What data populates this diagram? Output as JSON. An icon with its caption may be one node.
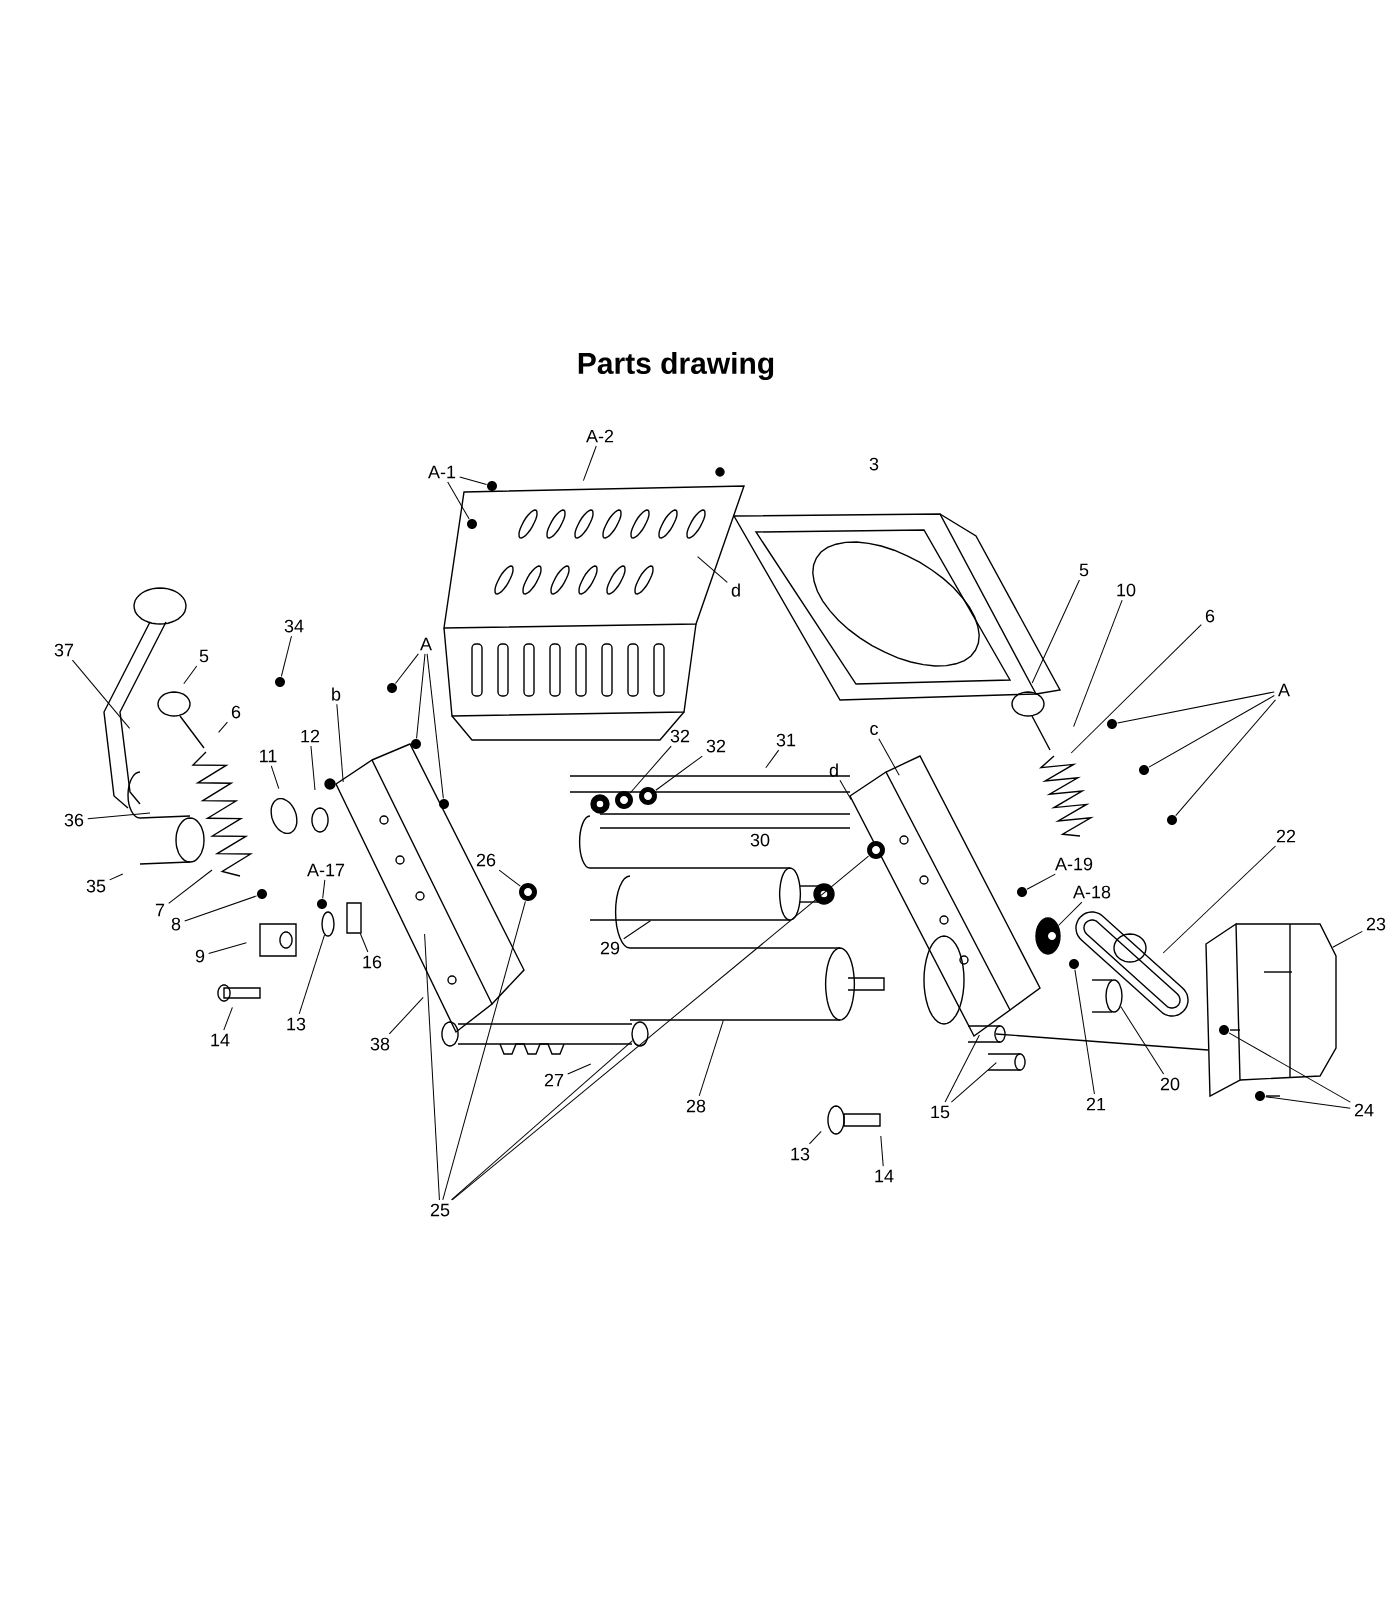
{
  "diagram": {
    "title": "Parts drawing",
    "nodes": [
      {
        "text": [
          "37"
        ]
      },
      {
        "text": [
          "5"
        ]
      },
      {
        "text": [
          "34"
        ]
      },
      {
        "text": [
          "6"
        ]
      },
      {
        "text": [
          "b"
        ]
      },
      {
        "text": [
          "12"
        ]
      },
      {
        "text": [
          "11"
        ]
      },
      {
        "text": [
          "36"
        ]
      },
      {
        "text": [
          "35"
        ]
      },
      {
        "text": [
          "7"
        ]
      },
      {
        "text": [
          "A-17"
        ]
      },
      {
        "text": [
          "8"
        ]
      },
      {
        "text": [
          "9"
        ]
      },
      {
        "text": [
          "16"
        ]
      },
      {
        "text": [
          "14"
        ]
      },
      {
        "text": [
          "13"
        ]
      },
      {
        "text": [
          "38"
        ]
      },
      {
        "text": [
          "A-1"
        ]
      },
      {
        "text": [
          "A-2"
        ]
      },
      {
        "text": [
          "A"
        ]
      },
      {
        "text": [
          "d"
        ]
      },
      {
        "text": [
          "32"
        ]
      },
      {
        "text": [
          "32"
        ]
      },
      {
        "text": [
          "31"
        ]
      },
      {
        "text": [
          "c"
        ]
      },
      {
        "text": [
          "d"
        ]
      },
      {
        "text": [
          "5"
        ]
      },
      {
        "text": [
          "10"
        ]
      },
      {
        "text": [
          "6"
        ]
      },
      {
        "text": [
          "A"
        ]
      },
      {
        "text": [
          "22"
        ]
      },
      {
        "text": [
          "23"
        ]
      },
      {
        "text": [
          "A-19"
        ]
      },
      {
        "text": [
          "A-18"
        ]
      },
      {
        "text": [
          "21"
        ]
      },
      {
        "text": [
          "20"
        ]
      },
      {
        "text": [
          "15"
        ]
      },
      {
        "text": [
          "24"
        ]
      },
      {
        "text": [
          "13"
        ]
      },
      {
        "text": [
          "14"
        ]
      },
      {
        "text": [
          "26"
        ]
      },
      {
        "text": [
          "29"
        ]
      },
      {
        "text": [
          "27"
        ]
      },
      {
        "text": [
          "28"
        ]
      },
      {
        "text": [
          "25"
        ]
      },
      {
        "text": [],
        "shape": "circle"
      },
      {
        "text": [],
        "shape": "circle"
      },
      {
        "text": [],
        "shape": "circle"
      },
      {
        "text": [],
        "shape": "circle"
      },
      {
        "text": [],
        "shape": "circle"
      },
      {
        "text": [],
        "shape": "circle"
      },
      {
        "text": [],
        "shape": "circle"
      },
      {
        "text": [],
        "shape": "circle"
      },
      {
        "text": [],
        "shape": "circle"
      },
      {
        "text": [],
        "shape": "circle"
      },
      {
        "text": [],
        "shape": "circle"
      },
      {
        "text": [],
        "shape": "circle"
      },
      {
        "text": [],
        "shape": "circle"
      },
      {
        "text": [],
        "shape": "circle"
      },
      {
        "text": [],
        "shape": "circle"
      },
      {
        "text": [],
        "shape": "circle"
      },
      {
        "text": [],
        "shape": "circle"
      },
      {
        "text": [],
        "shape": "circle"
      },
      {
        "text": [],
        "shape": "circle"
      },
      {
        "text": [],
        "shape": "box"
      },
      {
        "text": [],
        "shape": "circle"
      },
      {
        "text": [],
        "shape": "circle"
      },
      {
        "text": [],
        "shape": "circle"
      },
      {
        "text": [],
        "shape": "circle"
      },
      {
        "text": [],
        "shape": "cylinder"
      },
      {
        "text": [],
        "shape": "cylinder"
      }
    ],
    "edges": [
      {
        "from": 0,
        "to": null,
        "arrow": "none"
      },
      {
        "from": 1,
        "to": null,
        "arrow": "none"
      },
      {
        "from": 2,
        "to": 45,
        "arrow": "none"
      },
      {
        "from": 3,
        "to": null,
        "arrow": "none"
      },
      {
        "from": 4,
        "to": null,
        "arrow": "none"
      },
      {
        "from": 5,
        "to": null,
        "arrow": "none"
      },
      {
        "from": 6,
        "to": null,
        "arrow": "none"
      },
      {
        "from": 7,
        "to": null,
        "arrow": "none"
      },
      {
        "from": 8,
        "to": null,
        "arrow": "none"
      },
      {
        "from": 9,
        "to": null,
        "arrow": "none"
      },
      {
        "from": 10,
        "to": 46,
        "arrow": "none"
      },
      {
        "from": 11,
        "to": 47,
        "arrow": "none"
      },
      {
        "from": 12,
        "to": null,
        "arrow": "none"
      },
      {
        "from": 13,
        "to": 64,
        "arrow": "none"
      },
      {
        "from": 14,
        "to": null,
        "arrow": "none"
      },
      {
        "from": 15,
        "to": 48,
        "arrow": "none"
      },
      {
        "from": 16,
        "to": null,
        "arrow": "none"
      },
      {
        "from": 17,
        "to": 49,
        "arrow": "none"
      },
      {
        "from": 17,
        "to": 50,
        "arrow": "none"
      },
      {
        "from": 18,
        "to": null,
        "arrow": "none"
      },
      {
        "from": 19,
        "to": 51,
        "arrow": "none"
      },
      {
        "from": 19,
        "to": 52,
        "arrow": "none"
      },
      {
        "from": 19,
        "to": 53,
        "arrow": "none"
      },
      {
        "from": 20,
        "to": null,
        "arrow": "none"
      },
      {
        "from": 21,
        "to": 65,
        "arrow": "none"
      },
      {
        "from": 22,
        "to": 54,
        "arrow": "none"
      },
      {
        "from": 23,
        "to": null,
        "arrow": "none"
      },
      {
        "from": 24,
        "to": null,
        "arrow": "none"
      },
      {
        "from": 25,
        "to": null,
        "arrow": "none"
      },
      {
        "from": 26,
        "to": null,
        "arrow": "none"
      },
      {
        "from": 27,
        "to": null,
        "arrow": "none"
      },
      {
        "from": 28,
        "to": null,
        "arrow": "none"
      },
      {
        "from": 29,
        "to": 57,
        "arrow": "none"
      },
      {
        "from": 29,
        "to": 58,
        "arrow": "none"
      },
      {
        "from": 29,
        "to": 59,
        "arrow": "none"
      },
      {
        "from": 30,
        "to": null,
        "arrow": "none"
      },
      {
        "from": 31,
        "to": null,
        "arrow": "none"
      },
      {
        "from": 32,
        "to": 60,
        "arrow": "none"
      },
      {
        "from": 33,
        "to": 66,
        "arrow": "none"
      },
      {
        "from": 34,
        "to": 61,
        "arrow": "none"
      },
      {
        "from": 35,
        "to": 67,
        "arrow": "none"
      },
      {
        "from": 36,
        "to": null,
        "arrow": "none"
      },
      {
        "from": 36,
        "to": null,
        "arrow": "none"
      },
      {
        "from": 37,
        "to": 62,
        "arrow": "none"
      },
      {
        "from": 37,
        "to": 63,
        "arrow": "none"
      },
      {
        "from": 38,
        "to": null,
        "arrow": "none"
      },
      {
        "from": 39,
        "to": null,
        "arrow": "none"
      },
      {
        "from": 40,
        "to": 55,
        "arrow": "none"
      },
      {
        "from": 41,
        "to": 69,
        "arrow": "none"
      },
      {
        "from": 42,
        "to": null,
        "arrow": "none"
      },
      {
        "from": 43,
        "to": 70,
        "arrow": "none"
      },
      {
        "from": 44,
        "to": null,
        "arrow": "none"
      },
      {
        "from": 44,
        "to": 55,
        "arrow": "none"
      },
      {
        "from": 44,
        "to": 68,
        "arrow": "none"
      },
      {
        "from": 44,
        "to": 56,
        "arrow": "none"
      }
    ],
    "labels": [
      "3",
      "30"
    ]
  }
}
